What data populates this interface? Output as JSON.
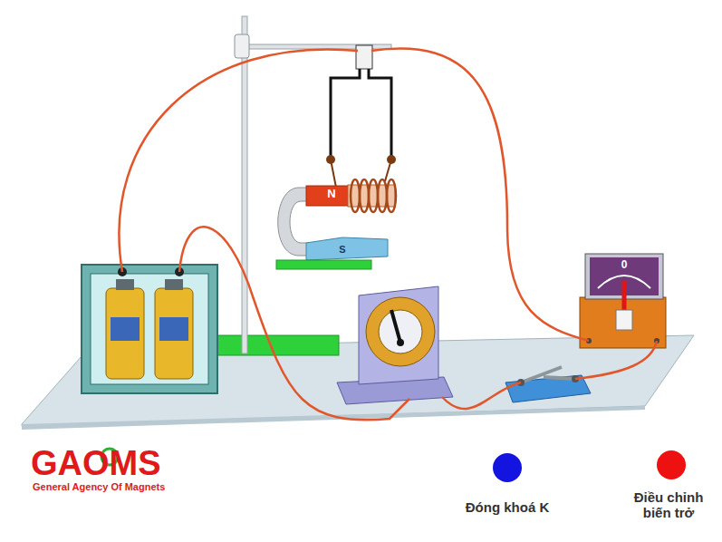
{
  "diagram": {
    "labels": [
      "N",
      "S",
      "0",
      "GAOMS",
      "General Agency Of Magnets",
      "Đóng khoá K",
      "Điều chỉnh biến trở"
    ]
  }
}
